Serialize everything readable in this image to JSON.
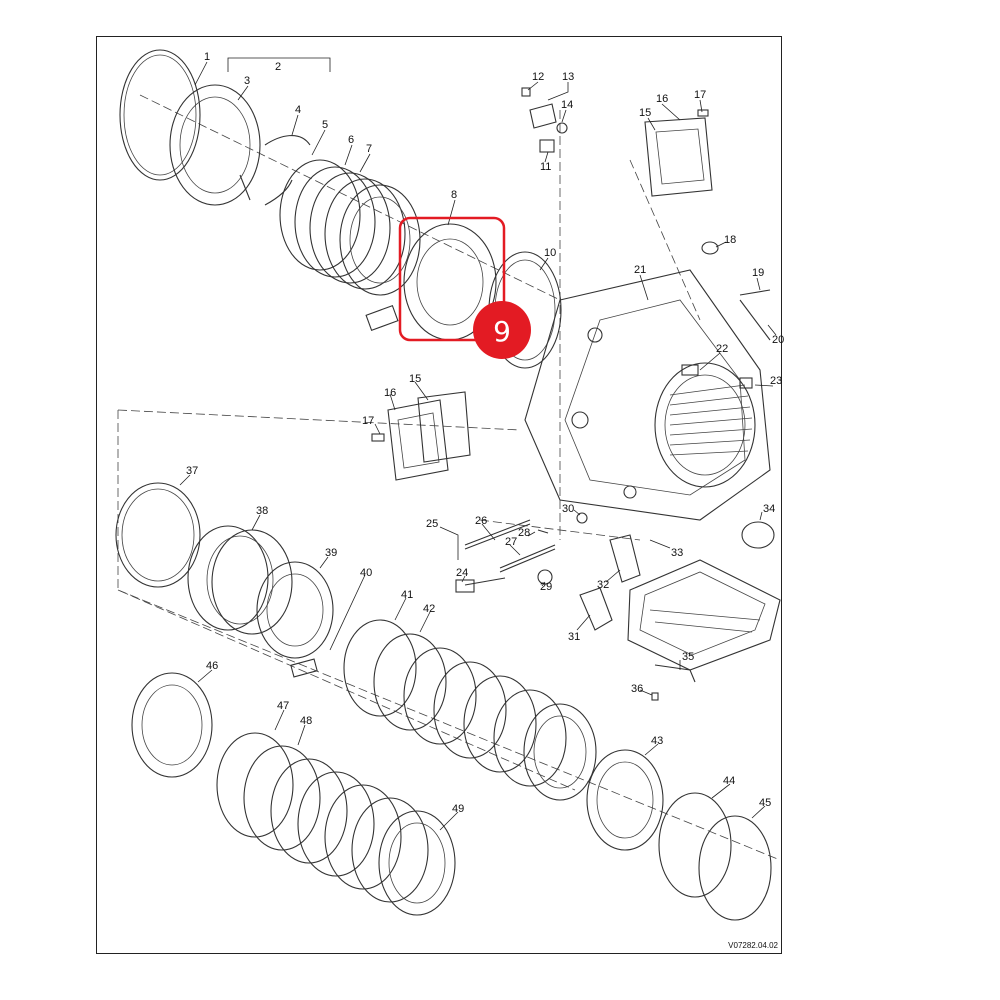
{
  "diagram": {
    "reference_code": "V07282.04.02",
    "part_labels": [
      "1",
      "2",
      "3",
      "4",
      "5",
      "6",
      "7",
      "8",
      "9",
      "10",
      "11",
      "12",
      "13",
      "14",
      "15",
      "16",
      "17",
      "18",
      "19",
      "20",
      "21",
      "22",
      "23",
      "24",
      "25",
      "26",
      "27",
      "28",
      "29",
      "30",
      "31",
      "32",
      "33",
      "34",
      "35",
      "36",
      "37",
      "38",
      "39",
      "40",
      "41",
      "42",
      "43",
      "44",
      "45",
      "46",
      "47",
      "48",
      "49"
    ],
    "upper_cover_labels": [
      "15",
      "16",
      "17"
    ],
    "highlight": {
      "label": "9",
      "color": "#e31b23"
    }
  }
}
